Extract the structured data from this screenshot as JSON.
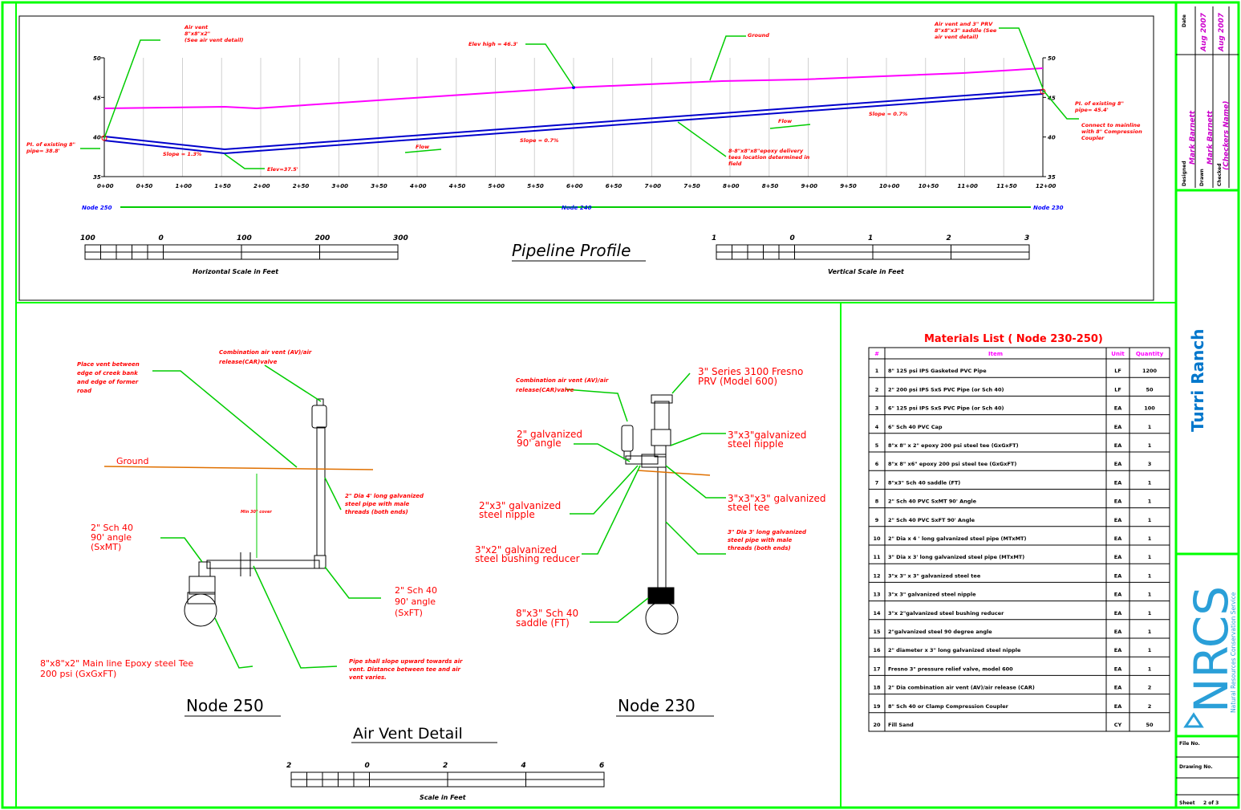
{
  "profile": {
    "title": "Pipeline Profile",
    "y_ticks_left": [
      "50",
      "45",
      "40",
      "35"
    ],
    "y_ticks_right": [
      "50",
      "45",
      "40",
      "35"
    ],
    "x_ticks": [
      "0+00",
      "0+50",
      "1+00",
      "1+50",
      "2+00",
      "2+50",
      "3+00",
      "3+50",
      "4+00",
      "4+50",
      "5+00",
      "5+50",
      "6+00",
      "6+50",
      "7+00",
      "7+50",
      "8+00",
      "8+50",
      "9+00",
      "9+50",
      "10+00",
      "10+50",
      "11+00",
      "11+50",
      "12+00"
    ],
    "nodes": [
      "Node 250",
      "Node 240",
      "Node 230"
    ],
    "horizontal_scale": {
      "caption": "Horizontal Scale in Feet",
      "labels": [
        "100",
        "0",
        "100",
        "200",
        "300"
      ]
    },
    "vertical_scale": {
      "caption": "Vertical Scale in Feet",
      "labels": [
        "1",
        "0",
        "1",
        "2",
        "3"
      ]
    },
    "annotations": {
      "air_vent_top": "Air vent\n8\"x8\"x2\"\n(See air vent detail)",
      "elev_high": "Elev high = 46.3'",
      "ground": "Ground",
      "prv_right": "Air vent and 3\" PRV\n8\"x8\"x3\" saddle (See\nair vent detail)",
      "pi_left": "PI. of existing 8\"\npipe= 38.8'",
      "slope_left": "Slope = 1.3%",
      "elev_low": "Elev=37.5'",
      "flow_left": "Flow",
      "slope_mid": "Slope = 0.7%",
      "pipe_note": "8-8\"x8\"x8\"epoxy delivery\ntees location determined in\nfield",
      "flow_right": "Flow",
      "slope_right": "Slope = 0.7%",
      "pi_right": "PI. of existing 8\"\npipe= 45.4'",
      "connect_right": "Connect to mainline\nwith 8\" Compression\nCoupler"
    }
  },
  "air_vent": {
    "title": "Air Vent Detail",
    "scale_caption": "Scale in Feet",
    "scale_labels": [
      "2",
      "0",
      "2",
      "4",
      "6"
    ],
    "node250": {
      "title": "Node 250",
      "place_vent": "Place vent between\nedge of creek bank\nand edge of former\nroad",
      "combination": "Combination air vent (AV)/air\nrelease(CAR)valve",
      "ground": "Ground",
      "min_depth": "Min 30\" cover",
      "pipe_2in": "2\" Dia 4' long galvanized\nsteel pipe with male\nthreads (both ends)",
      "sch40_left": "2\" Sch 40\n90' angle\n(SxMT)",
      "sch40_right": "2\" Sch 40\n90' angle\n(SxFT)",
      "main_tee": "8\"x8\"x2\" Main line Epoxy steel Tee\n200 psi (GxGxFT)",
      "slope_note": "Pipe shall slope upward towards air\nvent. Distance between tee and air\nvent varies."
    },
    "node230": {
      "title": "Node 230",
      "combination": "Combination air vent (AV)/air\nrelease(CAR)valve",
      "prv": "3\" Series 3100 Fresno\nPRV (Model 600)",
      "angle_2in": "2\" galvanized\n90' angle",
      "nipple_3in": "3\"x3\"galvanized\nsteel nipple",
      "nipple_2x3": "2\"x3\" galvanized\nsteel nipple",
      "tee_3in": "3\"x3\"x3\" galvanized\nsteel tee",
      "pipe_3in": "3\" Dia 3' long galvanized\nsteel pipe with male\nthreads (both ends)",
      "bushing": "3\"x2\" galvanized\nsteel bushing reducer",
      "saddle": "8\"x3\" Sch 40\nsaddle (FT)"
    }
  },
  "materials": {
    "title": "Materials List ( Node 230-250)",
    "headers": [
      "#",
      "Item",
      "Unit",
      "Quantity"
    ],
    "rows": [
      [
        "1",
        "8\" 125 psi IPS Gasketed PVC Pipe",
        "LF",
        "1200"
      ],
      [
        "2",
        "2\" 200 psi IPS SxS PVC Pipe (or Sch 40)",
        "LF",
        "50"
      ],
      [
        "3",
        "6\" 125 psi IPS SxS PVC Pipe (or Sch 40)",
        "EA",
        "100"
      ],
      [
        "4",
        "6\" Sch 40 PVC Cap",
        "EA",
        "1"
      ],
      [
        "5",
        "8\"x 8\" x 2\" epoxy 200 psi steel tee (GxGxFT)",
        "EA",
        "1"
      ],
      [
        "6",
        "8\"x 8\" x6\" epoxy 200 psi steel tee (GxGxFT)",
        "EA",
        "3"
      ],
      [
        "7",
        "8\"x3\" Sch 40 saddle (FT)",
        "EA",
        "1"
      ],
      [
        "8",
        "2\" Sch 40 PVC SxMT 90' Angle",
        "EA",
        "1"
      ],
      [
        "9",
        "2\" Sch 40 PVC SxFT 90' Angle",
        "EA",
        "1"
      ],
      [
        "10",
        "2\" Dia x 4 ' long galvanized steel pipe (MTxMT)",
        "EA",
        "1"
      ],
      [
        "11",
        "3\" Dia x 3' long galvanized steel pipe (MTxMT)",
        "EA",
        "1"
      ],
      [
        "12",
        "3\"x 3\" x 3\" galvanized steel tee",
        "EA",
        "1"
      ],
      [
        "13",
        "3\"x 3\" galvanized steel nipple",
        "EA",
        "1"
      ],
      [
        "14",
        "3\"x 2\"galvanized steel bushing reducer",
        "EA",
        "1"
      ],
      [
        "15",
        "2\"galvanized steel 90 degree angle",
        "EA",
        "1"
      ],
      [
        "16",
        "2\" diameter x 3\" long galvanized steel nipple",
        "EA",
        "1"
      ],
      [
        "17",
        "Fresno 3\" pressure relief valve, model 600",
        "EA",
        "1"
      ],
      [
        "18",
        "2\" Dia combination air vent (AV)/air release (CAR)",
        "EA",
        "2"
      ],
      [
        "19",
        "8\" Sch 40 or Clamp Compression Coupler",
        "EA",
        "2"
      ],
      [
        "20",
        "Fill Sand",
        "CY",
        "50"
      ]
    ]
  },
  "title_block": {
    "project": "Turri Ranch",
    "agency_logo": "NRCS",
    "agency_name": "Natural Resources Conservation Service",
    "date_label": "Date",
    "dates": [
      "Aug 2007",
      "Aug 2007"
    ],
    "designed_label": "Designed",
    "designed_by": "Mark Barnett",
    "drawn_label": "Drawn",
    "drawn_by": "Mark Barnett",
    "checked_label": "Checked",
    "checked_by": "(Checkers Name)",
    "file_no_label": "File No.",
    "drawing_no_label": "Drawing No.",
    "sheet_label": "Sheet",
    "sheet_value": "2 of 3"
  },
  "colors": {
    "border": "#00ff00",
    "ground_line": "#ff00ff",
    "pipe_line": "#0000cc",
    "annotation": "#ff0000",
    "leader": "#00cc00",
    "ground_detail": "#e07000"
  }
}
